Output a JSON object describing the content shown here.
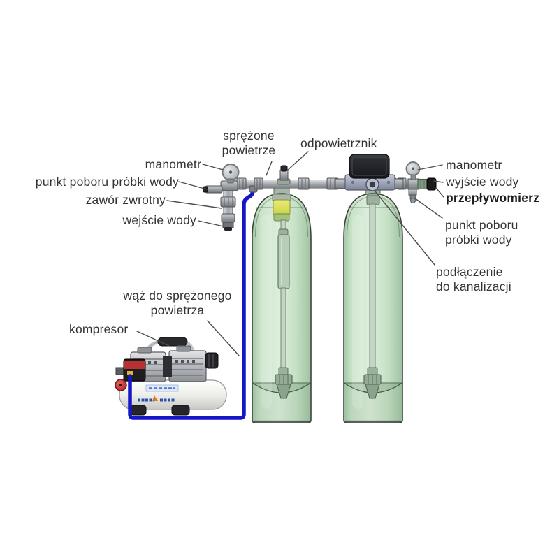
{
  "diagram": {
    "title_context": "water treatment twin-tank aeration system diagram",
    "labels": {
      "compressed_air": {
        "line1": "sprężone",
        "line2": "powietrze"
      },
      "air_vent": "odpowietrznik",
      "manometer_left": "manometr",
      "sample_point_left": "punkt poboru próbki wody",
      "check_valve": "zawór zwrotny",
      "water_inlet": "wejście wody",
      "manometer_right": "manometr",
      "water_outlet": "wyjście wody",
      "flow_meter": "przepływomierz",
      "sample_point_right": {
        "line1": "punkt poboru",
        "line2": "próbki wody"
      },
      "sewer_connection": {
        "line1": "podłączenie",
        "line2": "do kanalizacji"
      },
      "air_hose": {
        "line1": "wąż do sprężonego",
        "line2": "powietrza"
      },
      "compressor": "kompresor"
    },
    "colors": {
      "tank_green": "#cde4cd",
      "tank_edge": "#3f443f",
      "hose_blue": "#1417c8",
      "pipe_gray": "#b0b4b8",
      "valve_head_black": "#1f2125",
      "injector_yellow": "#dade5a",
      "accent_red": "#b83232",
      "logo_blue": "#2a50b0",
      "label_text": "#333333",
      "leader_line": "#4d4d4d"
    }
  }
}
